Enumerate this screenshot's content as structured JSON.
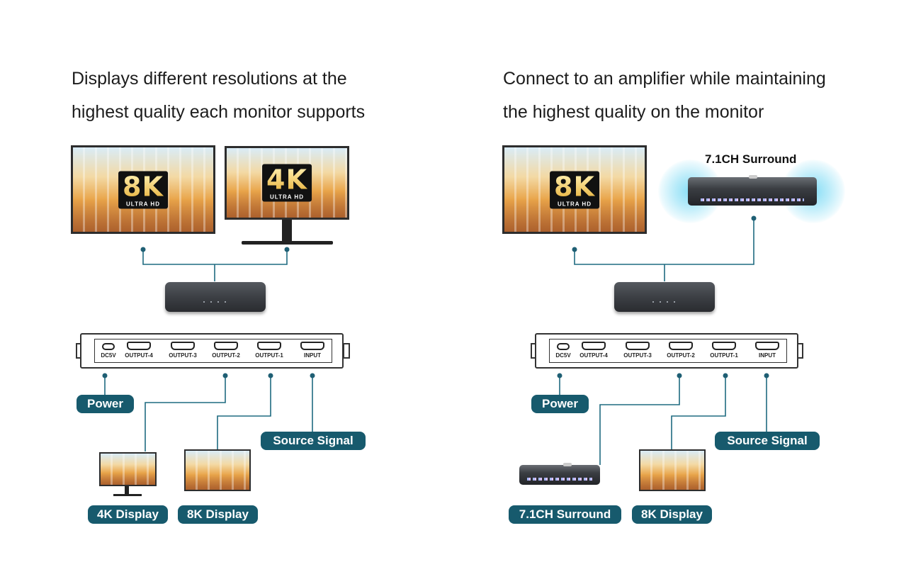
{
  "left": {
    "heading": [
      "Displays different resolutions at the",
      "highest quality each monitor supports"
    ],
    "monitor_8k": {
      "big": "8K",
      "small": "ULTRA HD"
    },
    "monitor_4k": {
      "big": "4K",
      "small": "ULTRA HD"
    },
    "ports": [
      "DC5V",
      "OUTPUT-4",
      "OUTPUT-3",
      "OUTPUT-2",
      "OUTPUT-1",
      "INPUT"
    ],
    "labels": {
      "power": "Power",
      "source": "Source Signal",
      "display_4k": "4K Display",
      "display_8k": "8K Display"
    }
  },
  "right": {
    "heading": [
      "Connect to an amplifier while maintaining",
      "the highest quality on the monitor"
    ],
    "monitor_8k": {
      "big": "8K",
      "small": "ULTRA HD"
    },
    "surround_title": "7.1CH Surround",
    "ports": [
      "DC5V",
      "OUTPUT-4",
      "OUTPUT-3",
      "OUTPUT-2",
      "OUTPUT-1",
      "INPUT"
    ],
    "labels": {
      "power": "Power",
      "source": "Source Signal",
      "surround": "7.1CH Surround",
      "display_8k": "8K Display"
    }
  },
  "colors": {
    "accent": "#175a6d",
    "wire": "#1f6b80"
  }
}
